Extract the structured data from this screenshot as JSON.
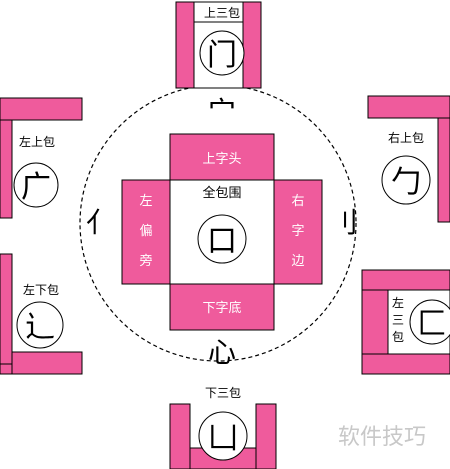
{
  "colors": {
    "pink": "#ef5b9c",
    "stroke": "#000000",
    "white": "#ffffff",
    "watermark": "#c4c4c4"
  },
  "structures": {
    "top_three": {
      "label": "上三包",
      "char": "门"
    },
    "left_top": {
      "label": "左上包",
      "char": "广"
    },
    "right_top": {
      "label": "右上包",
      "char": "勹"
    },
    "left_bottom": {
      "label": "左下包",
      "char": "辶"
    },
    "right_three": {
      "label": [
        "左",
        "三",
        "包"
      ],
      "char": "匚"
    },
    "bottom_three": {
      "label": "下三包",
      "char": "凵"
    }
  },
  "center": {
    "top": {
      "label": "上字头",
      "char": "宀"
    },
    "left": {
      "label": [
        "左",
        "偏",
        "旁"
      ],
      "char": "亻"
    },
    "right": {
      "label": [
        "右",
        "字",
        "边"
      ],
      "char": "刂"
    },
    "bottom": {
      "label": "下字底",
      "char": "心"
    },
    "full": {
      "label": "全包围",
      "char": "口"
    }
  },
  "watermark": "软件技巧"
}
